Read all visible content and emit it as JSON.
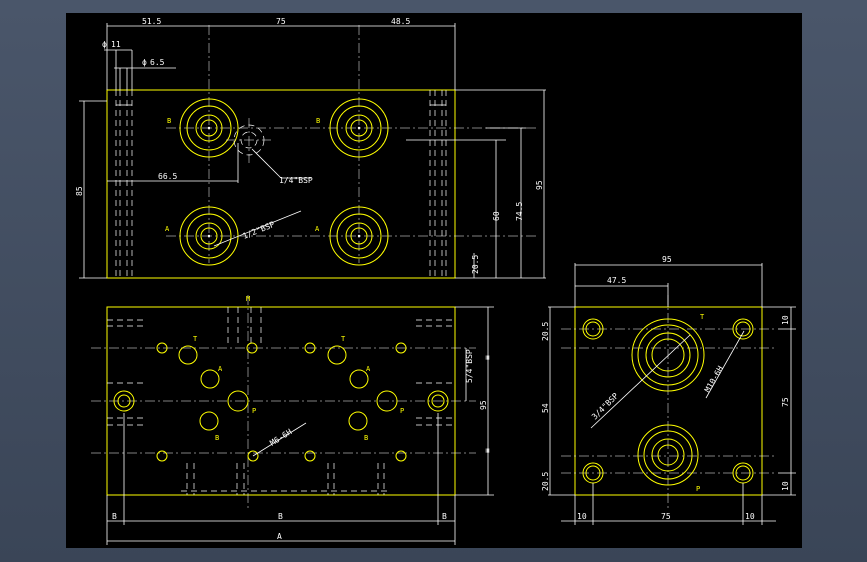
{
  "top_view": {
    "dim_top": [
      "51.5",
      "75",
      "48.5"
    ],
    "dim_hole_dia": "11",
    "dim_hole_dia2": "6.5",
    "dim_left_height": "85",
    "dim_66_5": "66.5",
    "dim_right": [
      "20.5",
      "60",
      "74.5",
      "95"
    ],
    "port_labels": [
      "B",
      "B",
      "A",
      "A"
    ],
    "thread_side": "1/4\"BSP",
    "thread_port": "1/2\"BSP"
  },
  "front_view": {
    "label_m": "M",
    "port_labels": [
      "T",
      "A",
      "P",
      "B",
      "T",
      "A",
      "P",
      "B"
    ],
    "thread_m6": "M6-6H",
    "thread_side": "5/4\"BSP",
    "dim_right": "95",
    "dim_bottom": [
      "B",
      "B",
      "B"
    ],
    "dim_total": "A"
  },
  "side_view": {
    "dim_top": "95",
    "dim_47_5": "47.5",
    "dim_left": [
      "20.5",
      "54",
      "20.5"
    ],
    "dim_right": [
      "10",
      "75",
      "10"
    ],
    "dim_bottom": [
      "10",
      "75",
      "10"
    ],
    "port_labels": [
      "T",
      "P"
    ],
    "thread_port": "3/4\"BSP",
    "thread_m10": "M10-6H"
  }
}
